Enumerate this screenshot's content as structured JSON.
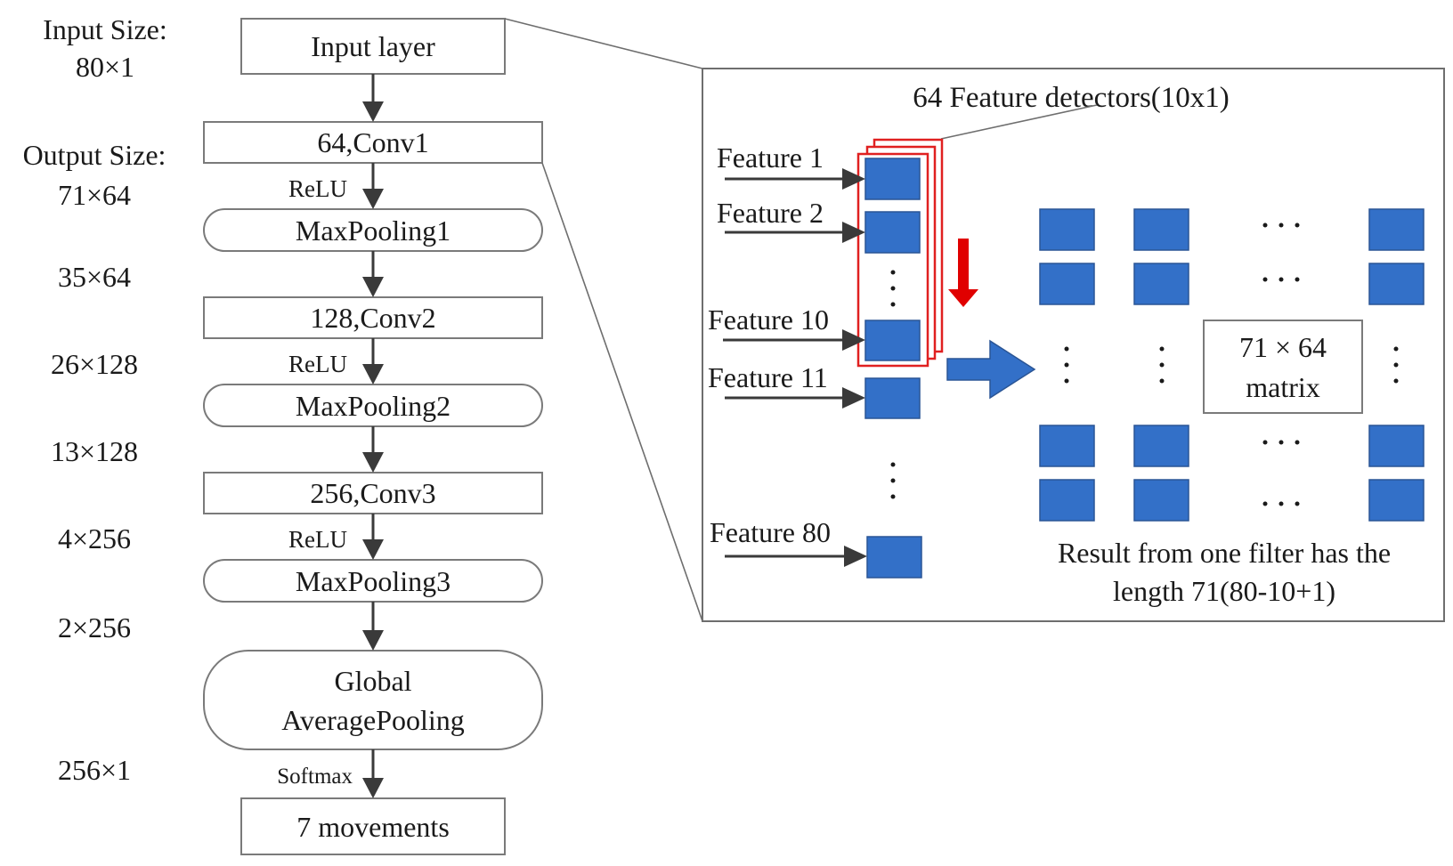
{
  "left_column": {
    "input_size_label": "Input Size:",
    "input_size_value": "80×1",
    "output_size_label": "Output Size:",
    "layers": [
      {
        "id": "input",
        "label": "Input layer",
        "shape": "rect"
      },
      {
        "id": "conv1",
        "label": "64,Conv1",
        "shape": "rect"
      },
      {
        "id": "maxpool1",
        "label": "MaxPooling1",
        "shape": "pill"
      },
      {
        "id": "conv2",
        "label": "128,Conv2",
        "shape": "rect"
      },
      {
        "id": "maxpool2",
        "label": "MaxPooling2",
        "shape": "pill"
      },
      {
        "id": "conv3",
        "label": "256,Conv3",
        "shape": "rect"
      },
      {
        "id": "maxpool3",
        "label": "MaxPooling3",
        "shape": "pill"
      },
      {
        "id": "gap",
        "label_line1": "Global",
        "label_line2": "AveragePooling",
        "shape": "pill"
      },
      {
        "id": "output",
        "label": "7 movements",
        "shape": "rect"
      }
    ],
    "output_sizes": [
      "71×64",
      "35×64",
      "26×128",
      "13×128",
      "4×256",
      "2×256",
      "256×1"
    ],
    "activations": {
      "after_conv1": "ReLU",
      "after_conv2": "ReLU",
      "after_conv3": "ReLU",
      "after_gap": "Softmax"
    }
  },
  "detail_panel": {
    "filters_label": "64 Feature detectors(10x1)",
    "features": [
      "Feature 1",
      "Feature 2",
      "Feature 10",
      "Feature 11",
      "Feature 80"
    ],
    "matrix_label_line1": "71 × 64",
    "matrix_label_line2": "matrix",
    "caption_line1": "Result from one filter has the",
    "caption_line2": "length 71(80-10+1)",
    "colors": {
      "cell_blue": "#3370c8",
      "filter_red": "#e02020",
      "slide_arrow_red": "#e00000",
      "result_arrow_blue": "#3370c8"
    }
  }
}
